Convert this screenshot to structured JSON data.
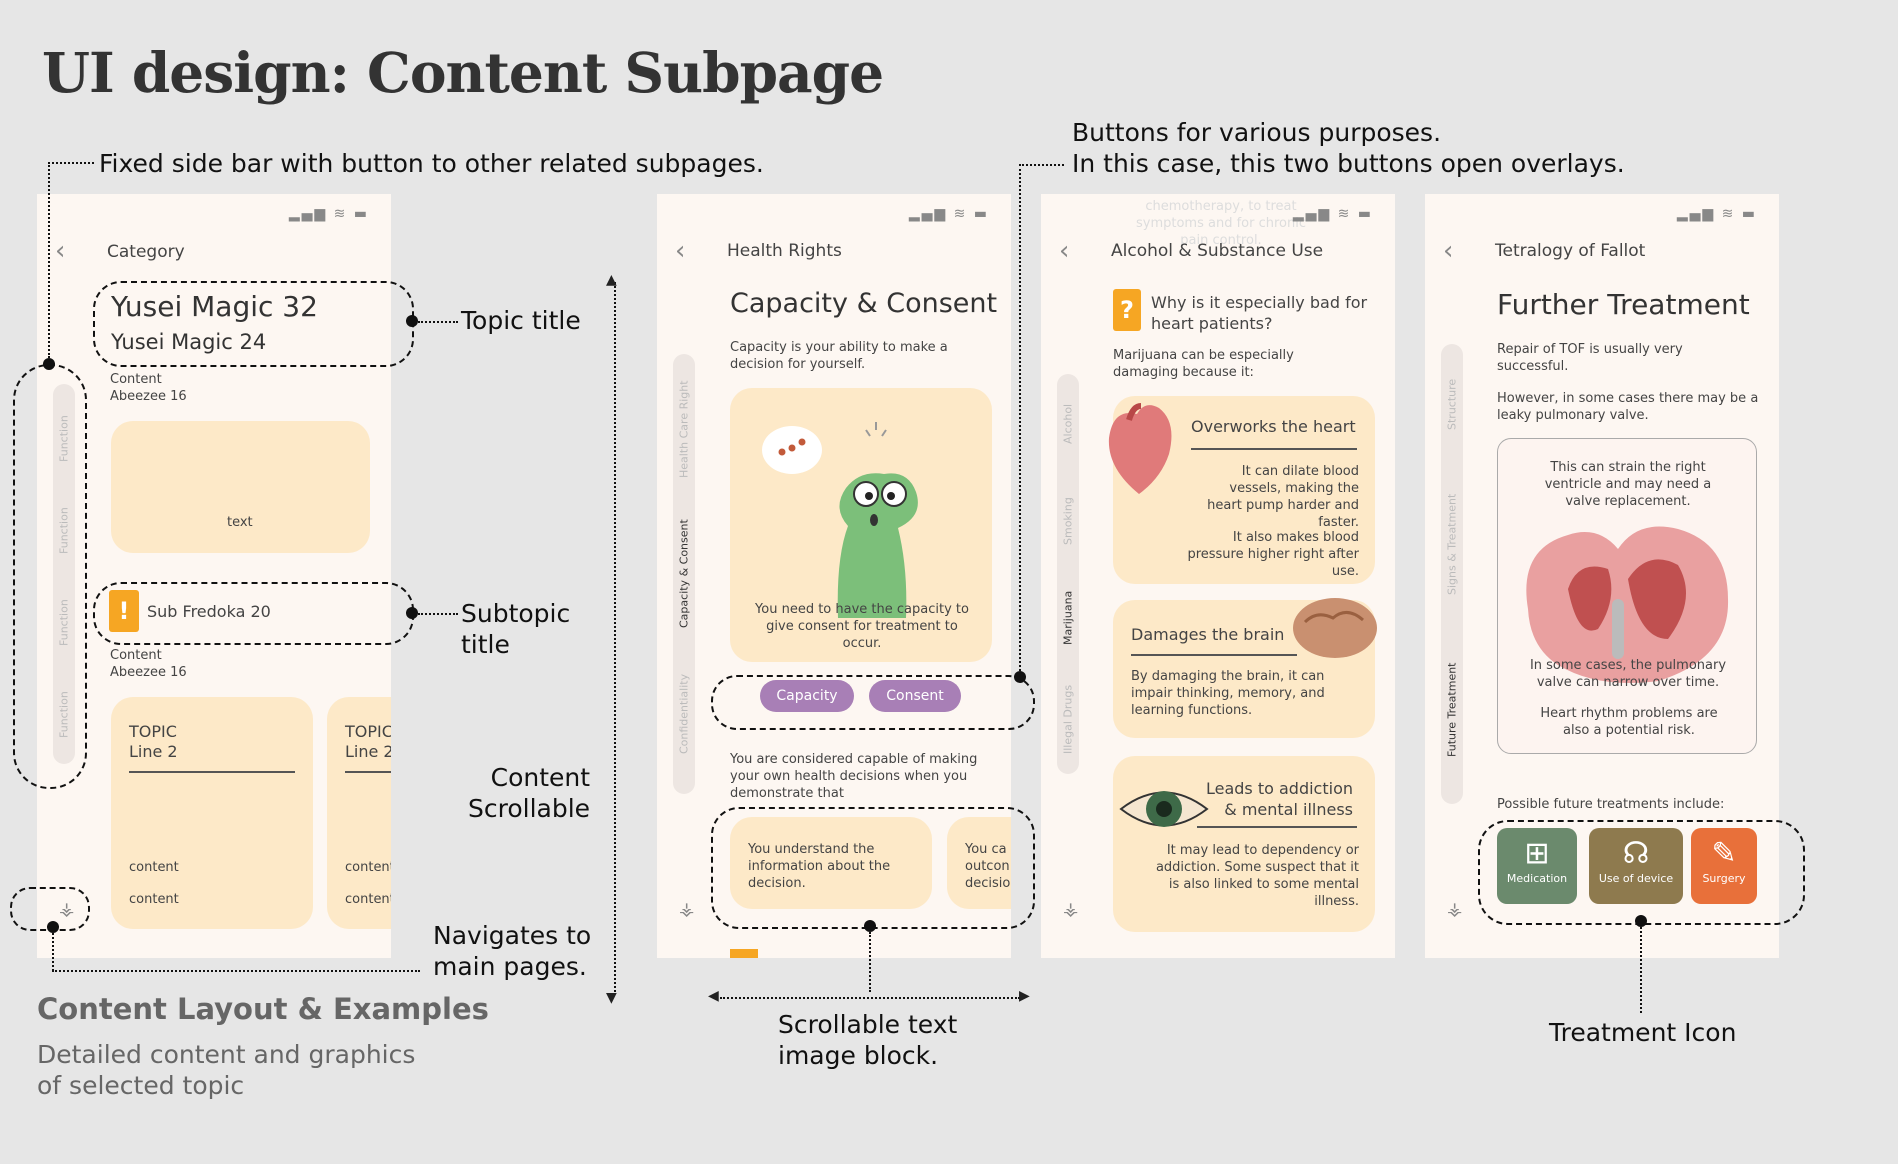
{
  "title": "UI design: Content Subpage",
  "annotations": {
    "sidebar_note": "Fixed side bar with button to other related subpages.",
    "buttons_note_1": "Buttons for various purposes.",
    "buttons_note_2": "In this case, this two buttons open overlays.",
    "topic_title": "Topic title",
    "subtopic_title": "Subtopic\ntitle",
    "content_scrollable": "Content\nScrollable",
    "navigates": "Navigates to\nmain pages.",
    "scrollable_block": "Scrollable text\nimage block.",
    "treatment_icon": "Treatment Icon"
  },
  "layout_note": {
    "heading": "Content Layout & Examples",
    "body": "Detailed content and graphics of selected topic"
  },
  "status_icons": "▂▄▆ ≋ ▬",
  "screen1": {
    "category": "Category",
    "topic_line1": "Yusei Magic 32",
    "topic_line2": "Yusei Magic 24",
    "content_label1": "Content",
    "content_font1": "Abeezee 16",
    "card_text": "text",
    "subtopic": "Sub Fredoka 20",
    "content_label2": "Content",
    "content_font2": "Abeezee 16",
    "topic_card": {
      "line1": "TOPIC",
      "line2": "Line 2",
      "content1": "content",
      "content2": "content"
    },
    "topic_card2": {
      "line1": "TOPIC",
      "line2": "Line 2",
      "content1": "content",
      "content2": "content"
    },
    "sidebar": [
      "Function",
      "Function",
      "Function",
      "Function"
    ]
  },
  "screen2": {
    "category": "Health Rights",
    "title": "Capacity & Consent",
    "intro": "Capacity is your ability to make a decision for yourself.",
    "image_caption": "You need to have the capacity to give consent for treatment to occur.",
    "btn_capacity": "Capacity",
    "btn_consent": "Consent",
    "body": "You are considered capable of making your own health decisions when you demonstrate that",
    "block1": "You understand the information about the decision.",
    "block2": "You ca outcon decisio",
    "sidebar": [
      "Health Care Right",
      "Capacity & Consent",
      "Confidentiality"
    ]
  },
  "screen3": {
    "faded": "chemotherapy, to treat symptoms and for chronic pain control.",
    "category": "Alcohol & Substance Use",
    "question": "Why is it especially bad for heart patients?",
    "intro": "Marijuana can be especially damaging because it:",
    "card1_title": "Overworks the heart",
    "card1_text1": "It can dilate blood vessels, making the heart pump harder and faster.",
    "card1_text2": "It also makes blood pressure higher right after use.",
    "card2_title": "Damages the brain",
    "card2_text": "By damaging the brain, it can impair thinking, memory, and learning functions.",
    "card3_title": "Leads to addiction & mental illness",
    "card3_text": "It may lead to dependency or addiction. Some suspect that it is also linked to some mental illness.",
    "sidebar": [
      "Alcohol",
      "Smoking",
      "Marijuana",
      "Illegal Drugs"
    ]
  },
  "screen4": {
    "category": "Tetralogy of Fallot",
    "title": "Further Treatment",
    "intro1": "Repair of TOF is usually very successful.",
    "intro2": "However, in some cases there may be a leaky pulmonary valve.",
    "img_text1": "This can strain the right ventricle and may need a valve replacement.",
    "img_text2": "In some cases, the pulmonary valve can narrow over time.",
    "img_text3": "Heart rhythm problems are also a potential risk.",
    "future": "Possible future treatments include:",
    "treatments": [
      {
        "label": "Medication",
        "color": "#6b8a6d"
      },
      {
        "label": "Use of device",
        "color": "#8e7a4e"
      },
      {
        "label": "Surgery",
        "color": "#e8703a"
      }
    ],
    "sidebar": [
      "Structure",
      "Signs & Treatment",
      "Future Treatment"
    ]
  }
}
